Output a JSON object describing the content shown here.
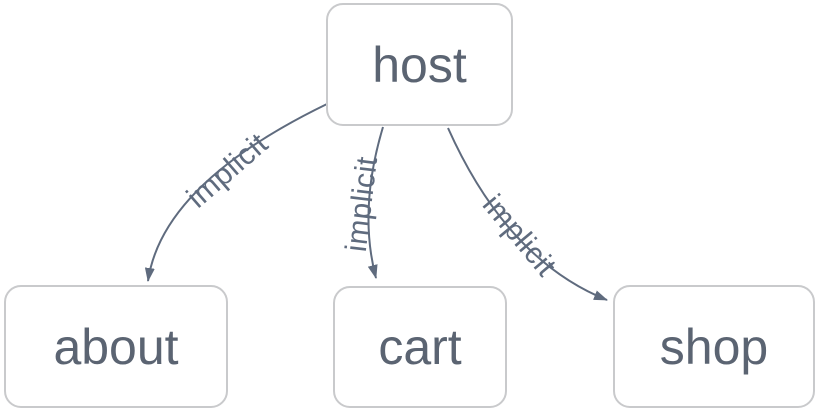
{
  "diagram": {
    "type": "flowchart",
    "direction": "top-down",
    "nodes": [
      {
        "id": "host",
        "label": "host"
      },
      {
        "id": "about",
        "label": "about"
      },
      {
        "id": "cart",
        "label": "cart"
      },
      {
        "id": "shop",
        "label": "shop"
      }
    ],
    "edges": [
      {
        "from": "host",
        "to": "about",
        "label": "implicit"
      },
      {
        "from": "host",
        "to": "cart",
        "label": "implicit"
      },
      {
        "from": "host",
        "to": "shop",
        "label": "implicit"
      }
    ],
    "colors": {
      "background": "#ffffff",
      "node_fill": "#ffffff",
      "node_border": "#c9cacc",
      "node_text": "#5b6472",
      "edge_stroke": "#5f6b7e",
      "edge_label_text": "#5f6b7e"
    }
  }
}
